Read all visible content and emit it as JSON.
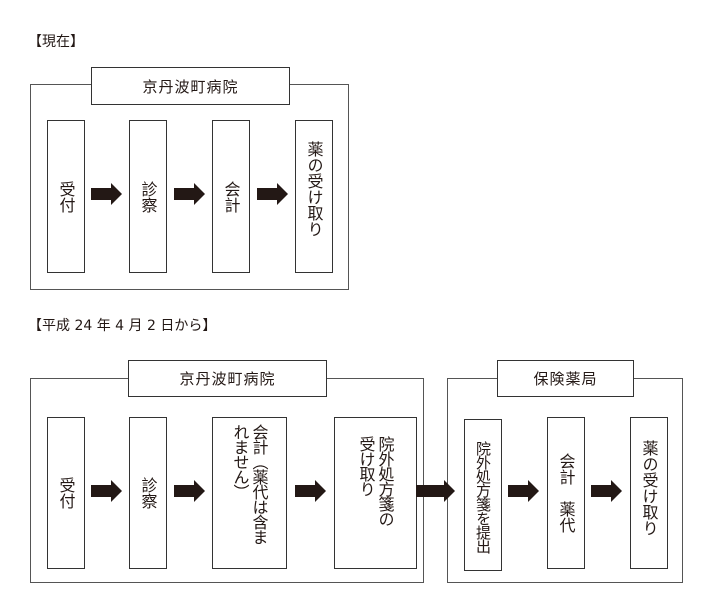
{
  "current": {
    "heading": "【現在】",
    "hospital": {
      "title": "京丹波町病院",
      "steps": [
        {
          "label": "受付"
        },
        {
          "label": "診察"
        },
        {
          "label": "会計"
        },
        {
          "label": "薬の受け取り"
        }
      ]
    }
  },
  "future": {
    "heading": "【平成 24 年 4 月 2 日から】",
    "hospital": {
      "title": "京丹波町病院",
      "steps": [
        {
          "label": "受付"
        },
        {
          "label": "診察"
        },
        {
          "label": "会計（薬代は含ま\nれません）"
        },
        {
          "label": "院外処方箋の\n受け取り"
        }
      ]
    },
    "pharmacy": {
      "title": "保険薬局",
      "steps": [
        {
          "label": "院外処方箋を提出"
        },
        {
          "label": "会計　薬代"
        },
        {
          "label": "薬の受け取り"
        }
      ]
    }
  },
  "colors": {
    "arrow": "#231815",
    "border": "#333333"
  }
}
